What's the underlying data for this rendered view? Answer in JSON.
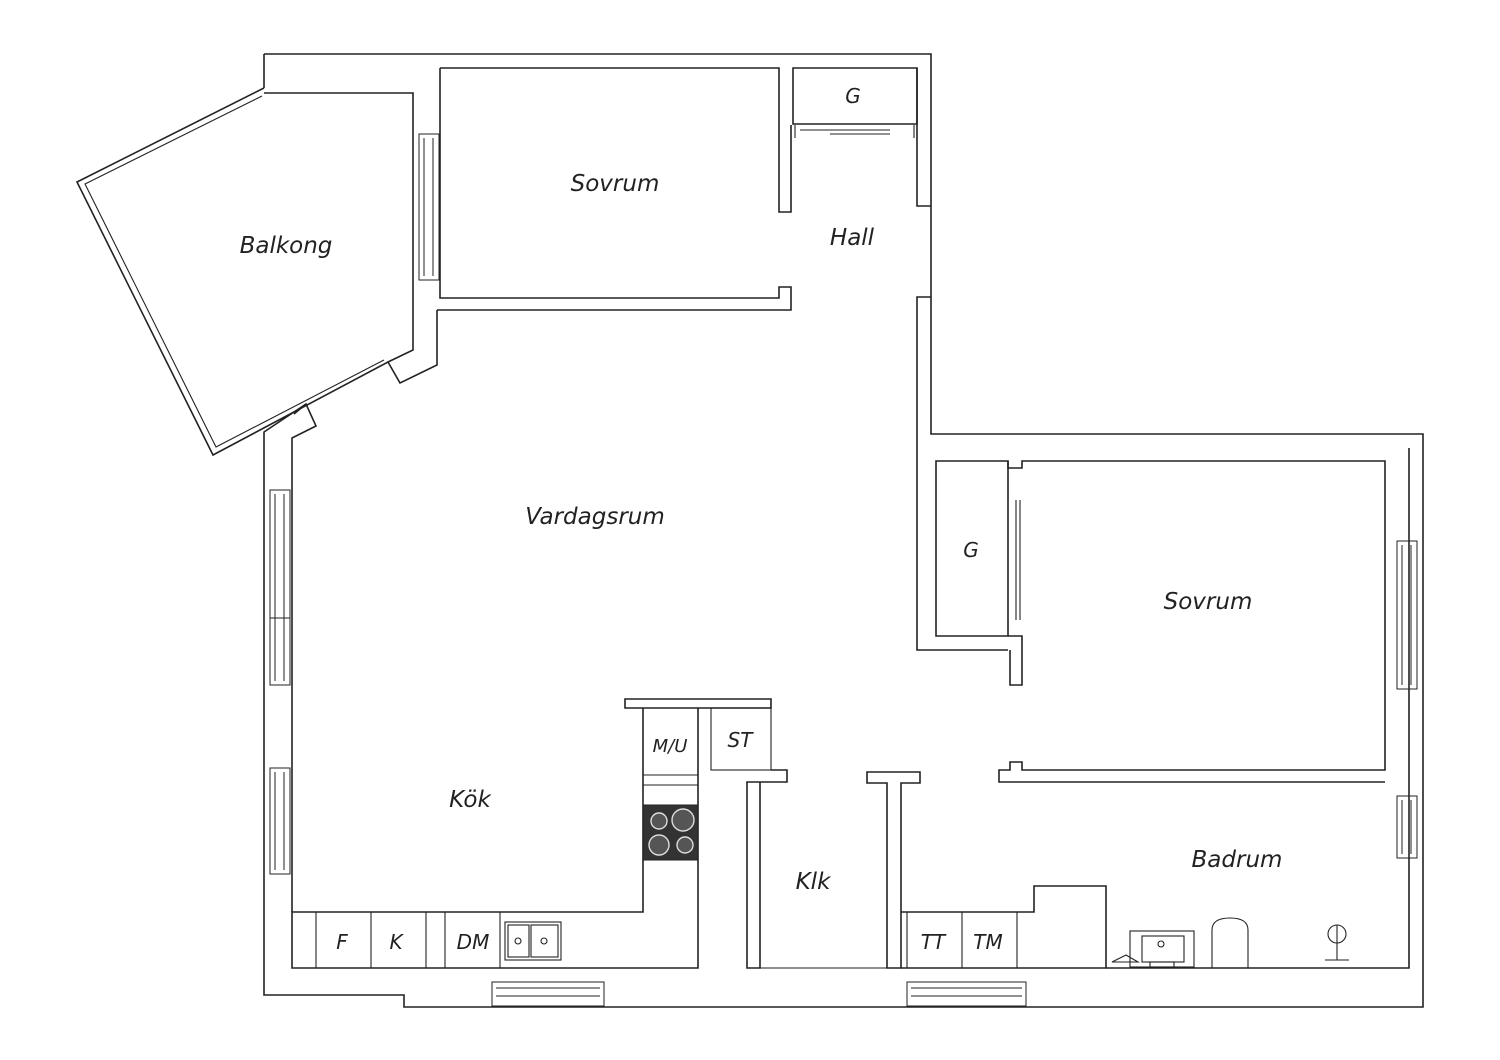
{
  "rooms": {
    "balkong": "Balkong",
    "sovrum_top": "Sovrum",
    "hall": "Hall",
    "garderob_top": "G",
    "vardagsrum": "Vardagsrum",
    "garderob_right": "G",
    "sovrum_right": "Sovrum",
    "kok": "Kök",
    "klk": "Klk",
    "badrum": "Badrum"
  },
  "fixtures": {
    "mu": "M/U",
    "st": "ST",
    "f": "F",
    "k": "K",
    "dm": "DM",
    "tt": "TT",
    "tm": "TM"
  }
}
